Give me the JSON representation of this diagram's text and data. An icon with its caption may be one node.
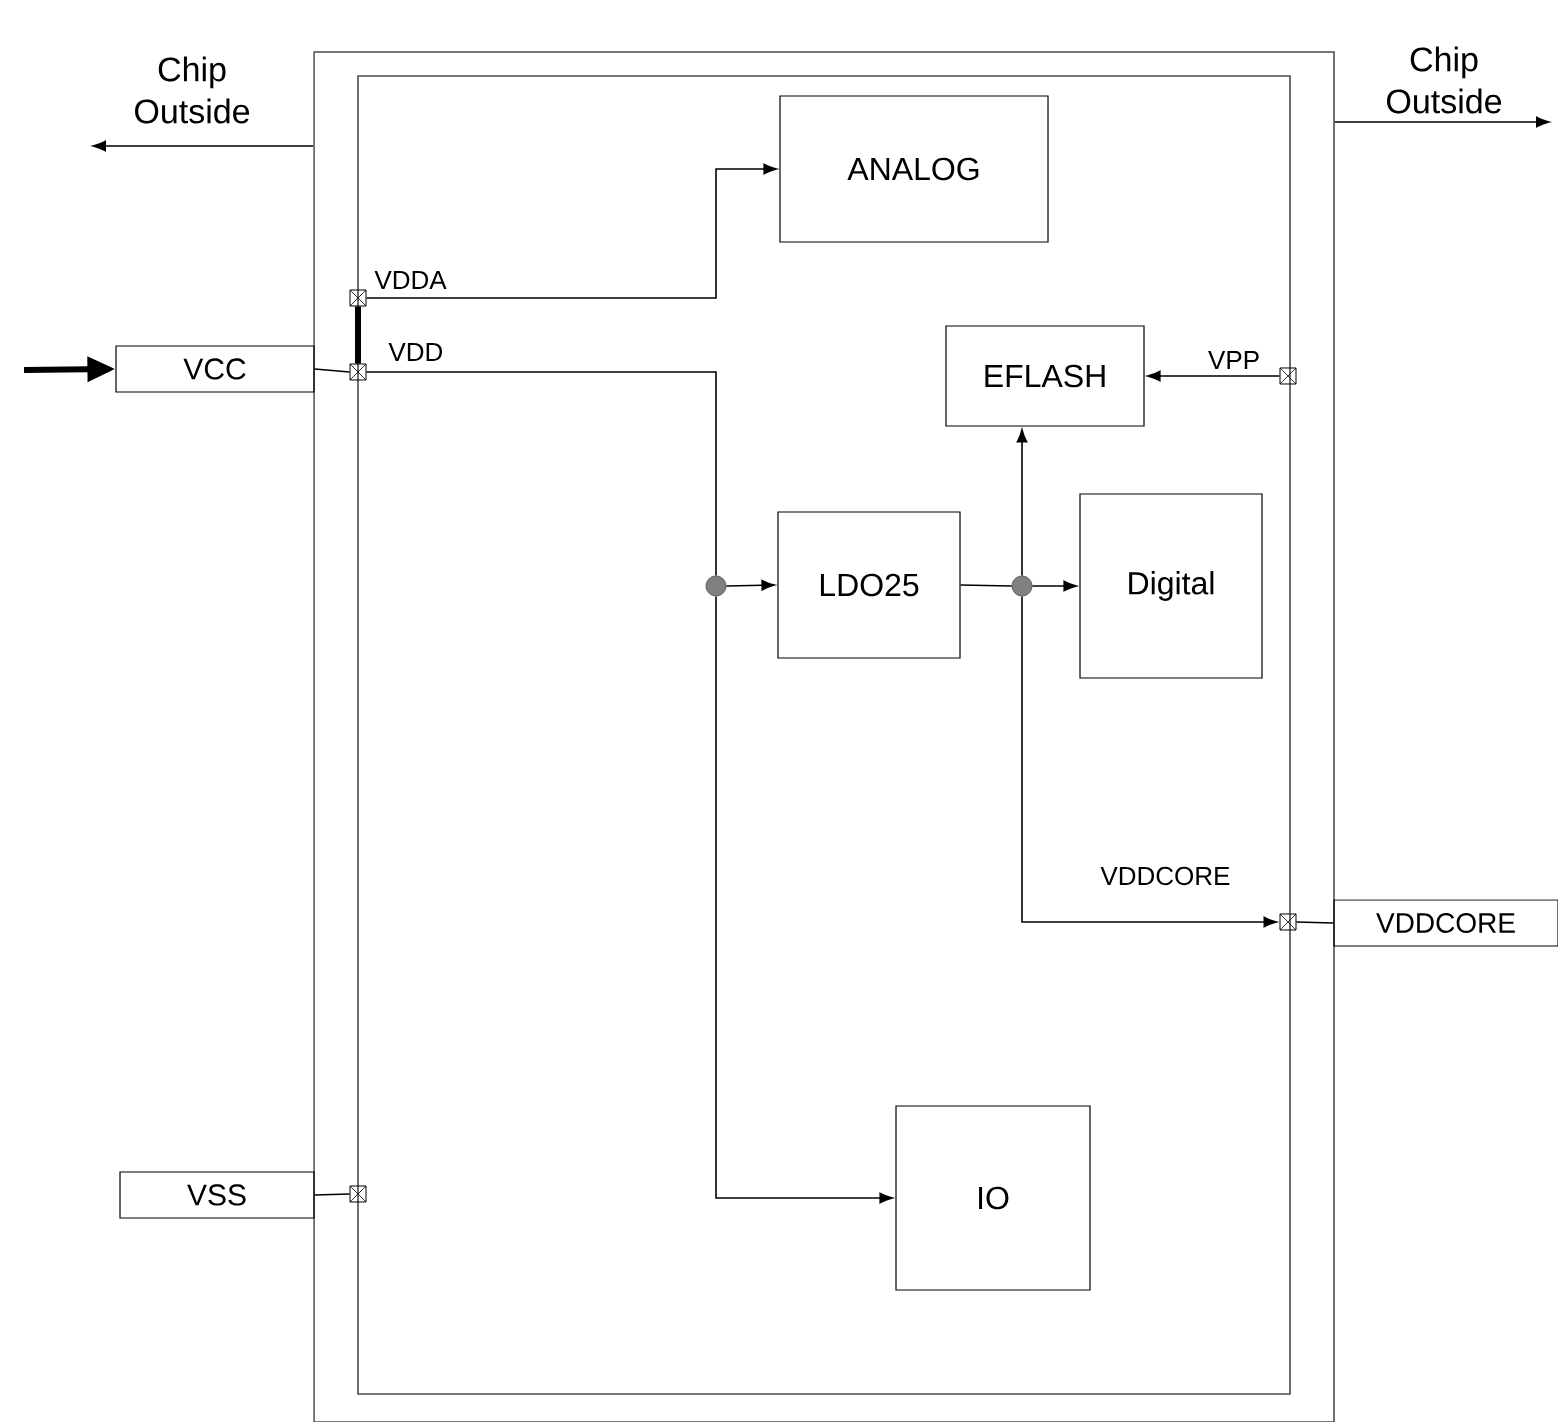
{
  "diagram": {
    "nodes": [
      {
        "text": [],
        "shape": "box"
      },
      {
        "text": [],
        "shape": "box",
        "in": 0
      },
      {
        "text": [
          "ANALOG"
        ],
        "in": 1
      },
      {
        "text": [
          "EFLASH"
        ],
        "in": 1
      },
      {
        "text": [
          "LDO25"
        ],
        "in": 1
      },
      {
        "text": [
          "Digital"
        ],
        "in": 1
      },
      {
        "text": [
          "IO"
        ],
        "in": 1
      },
      {
        "text": [
          "VCC"
        ]
      },
      {
        "text": [
          "VSS"
        ]
      },
      {
        "text": [
          "VDDCORE"
        ]
      },
      {
        "text": [],
        "shape": "box",
        "beside": [
          "VDDA"
        ],
        "in": 0
      },
      {
        "text": [],
        "shape": "box",
        "beside": [
          "VDD"
        ],
        "in": 0
      },
      {
        "text": [],
        "shape": "box",
        "beside": [
          "VPP"
        ],
        "in": 0
      },
      {
        "text": [],
        "shape": "box",
        "beside": [
          "VDDCORE"
        ],
        "in": 0
      },
      {
        "text": [],
        "shape": "box",
        "in": 0
      },
      {
        "text": [],
        "shape": "circle",
        "in": 1
      },
      {
        "text": [],
        "shape": "circle",
        "in": 1
      }
    ],
    "edges": [
      {
        "from": null,
        "to": 7,
        "arrow": "to",
        "style": "thick"
      },
      {
        "from": 7,
        "to": 11,
        "arrow": "none"
      },
      {
        "from": 11,
        "to": 10,
        "arrow": "none",
        "style": "thick"
      },
      {
        "from": 10,
        "to": 2,
        "arrow": "to"
      },
      {
        "from": 11,
        "to": 15,
        "arrow": "none"
      },
      {
        "from": 15,
        "to": 4,
        "arrow": "to"
      },
      {
        "from": 15,
        "to": 6,
        "arrow": "to"
      },
      {
        "from": 4,
        "to": 16,
        "arrow": "none"
      },
      {
        "from": 16,
        "to": 5,
        "arrow": "to"
      },
      {
        "from": 16,
        "to": 3,
        "arrow": "to"
      },
      {
        "from": 16,
        "to": 13,
        "arrow": "to"
      },
      {
        "from": 12,
        "to": 3,
        "arrow": "to"
      },
      {
        "from": 13,
        "to": 9,
        "arrow": "none"
      },
      {
        "from": 8,
        "to": 14,
        "arrow": "none"
      },
      {
        "from": 0,
        "to": null,
        "arrow": "to",
        "label": "Chip Outside"
      },
      {
        "from": 0,
        "to": null,
        "arrow": "to",
        "label": "Chip Outside"
      }
    ]
  }
}
